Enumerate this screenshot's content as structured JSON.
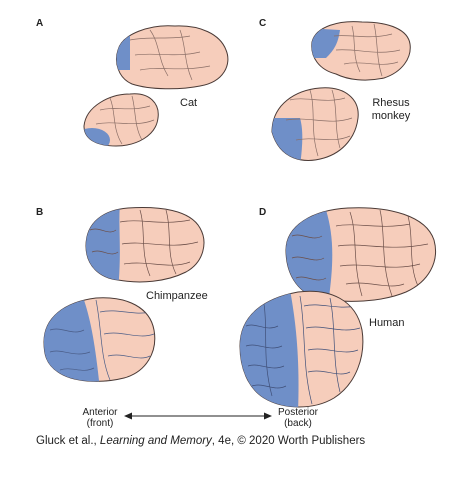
{
  "panels": {
    "a": {
      "letter": "A",
      "species": "Cat"
    },
    "b": {
      "letter": "B",
      "species": "Chimpanzee"
    },
    "c": {
      "letter": "C",
      "species": "Rhesus monkey"
    },
    "d": {
      "letter": "D",
      "species": "Human"
    }
  },
  "axis": {
    "anterior": "Anterior",
    "anterior_sub": "(front)",
    "posterior": "Posterior",
    "posterior_sub": "(back)"
  },
  "caption": {
    "prefix": "Gluck et al., ",
    "title": "Learning and Memory",
    "suffix": ", 4e, © 2020 Worth Publishers"
  },
  "colors": {
    "brain": "#f6cdbb",
    "brain_outline": "#4a3a36",
    "frontal_cortex": "#6f8fc8"
  }
}
